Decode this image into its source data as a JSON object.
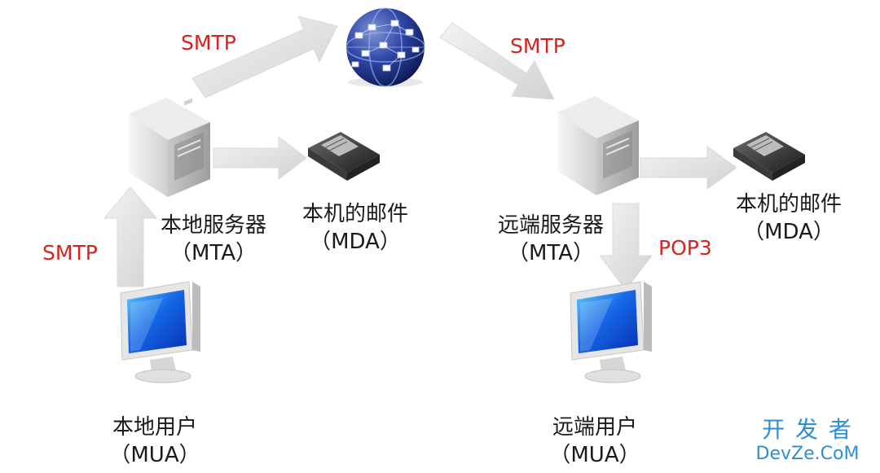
{
  "protocols": {
    "top_left": "SMTP",
    "top_right": "SMTP",
    "left": "SMTP",
    "right": "POP3"
  },
  "nodes": {
    "local_server": {
      "name": "本地服务器",
      "abbr": "（MTA）"
    },
    "local_mailbox": {
      "name": "本机的邮件",
      "abbr": "（MDA）"
    },
    "remote_server": {
      "name": "远端服务器",
      "abbr": "（MTA）"
    },
    "remote_mailbox": {
      "name": "本机的邮件",
      "abbr": "（MDA）"
    },
    "local_user": {
      "name": "本地用户",
      "abbr": "（MUA）"
    },
    "remote_user": {
      "name": "远端用户",
      "abbr": "（MUA）"
    }
  },
  "watermark": {
    "line1": "开 发 者",
    "line2": "DevZe.CoM"
  },
  "colors": {
    "protocol_text": "#d7221e",
    "watermark_text": "#2c8fd6",
    "arrow_fill": "#e4e4e4"
  }
}
